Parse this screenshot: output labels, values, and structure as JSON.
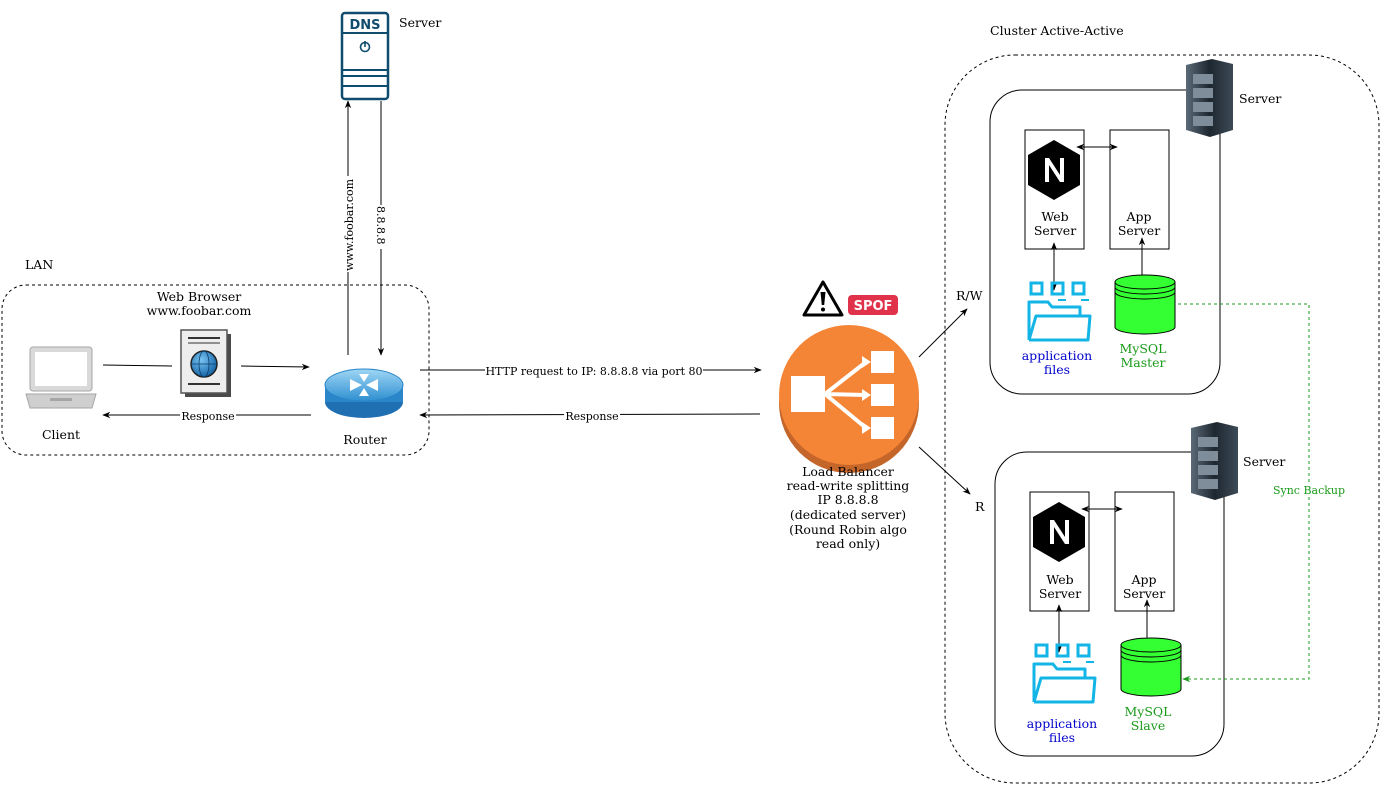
{
  "groups": {
    "lan": "LAN",
    "cluster": "Cluster Active-Active"
  },
  "dns": {
    "badge": "DNS",
    "label": "Server",
    "query_label": "www.foobar.com",
    "answer_label": "8.8.8.8"
  },
  "client": {
    "label": "Client"
  },
  "browser": {
    "line1": "Web Browser",
    "line2": "www.foobar.com"
  },
  "router": {
    "label": "Router"
  },
  "edges": {
    "client_response": "Response",
    "http_request": "HTTP request to IP: 8.8.8.8 via port 80",
    "lb_response": "Response",
    "rw": "R/W",
    "r": "R",
    "sync": "Sync Backup"
  },
  "spof": {
    "text": "SPOF"
  },
  "load_balancer": {
    "lines": [
      "Load Balancer",
      "read-write splitting",
      "IP 8.8.8.8",
      "(dedicated server)",
      "(Round Robin algo",
      "read only)"
    ]
  },
  "servers": [
    {
      "label": "Server",
      "web_server": [
        "Web",
        "Server"
      ],
      "app_server": [
        "App",
        "Server"
      ],
      "files": [
        "application",
        "files"
      ],
      "db": [
        "MySQL",
        "Master"
      ]
    },
    {
      "label": "Server",
      "web_server": [
        "Web",
        "Server"
      ],
      "app_server": [
        "App",
        "Server"
      ],
      "files": [
        "application",
        "files"
      ],
      "db": [
        "MySQL",
        "Slave"
      ]
    }
  ],
  "colors": {
    "lb_orange": "#f58536",
    "lb_shadow": "#c4652a",
    "spof_red": "#e0324b",
    "dns_blue": "#0f4c6e",
    "files_cyan": "#12b5e5",
    "mysql_green": "#33ff33",
    "label_blue": "#0000cc",
    "sync_green": "#1a9a1a"
  }
}
